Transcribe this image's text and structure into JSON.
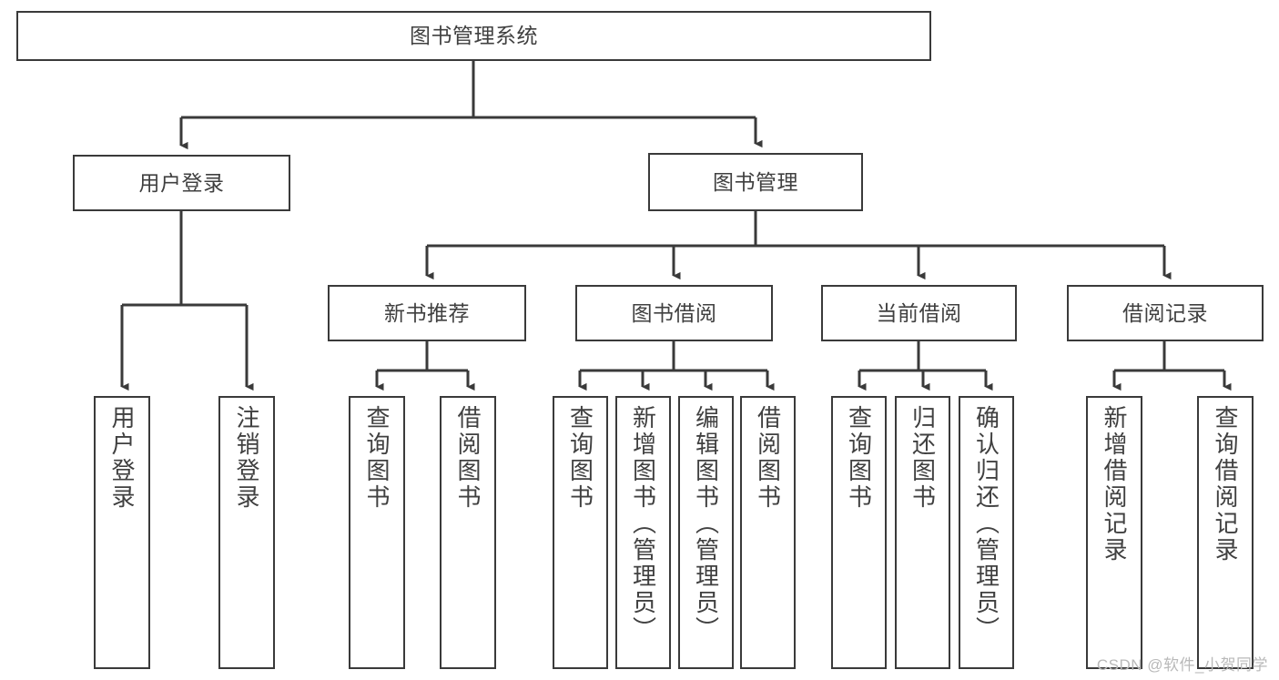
{
  "diagram": {
    "title": "图书管理系统",
    "watermark": "CSDN @软件_小贺同学",
    "colors": {
      "stroke": "#3a3a3a",
      "text": "#404040",
      "background": "#ffffff",
      "watermark": "#b9b9b9"
    },
    "root": {
      "label": "图书管理系统"
    },
    "level1": [
      {
        "label": "用户登录"
      },
      {
        "label": "图书管理"
      }
    ],
    "level2": [
      {
        "label": "新书推荐"
      },
      {
        "label": "图书借阅"
      },
      {
        "label": "当前借阅"
      },
      {
        "label": "借阅记录"
      }
    ],
    "leaves": {
      "user_login": [
        {
          "label": "用户登录"
        },
        {
          "label": "注销登录"
        }
      ],
      "new_book_recommend": [
        {
          "label": "查询图书"
        },
        {
          "label": "借阅图书"
        }
      ],
      "book_borrow": [
        {
          "label": "查询图书"
        },
        {
          "label": "新增图书（管理员）"
        },
        {
          "label": "编辑图书（管理员）"
        },
        {
          "label": "借阅图书"
        }
      ],
      "current_borrow": [
        {
          "label": "查询图书"
        },
        {
          "label": "归还图书"
        },
        {
          "label": "确认归还（管理员）"
        }
      ],
      "borrow_record": [
        {
          "label": "新增借阅记录"
        },
        {
          "label": "查询借阅记录"
        }
      ]
    }
  }
}
